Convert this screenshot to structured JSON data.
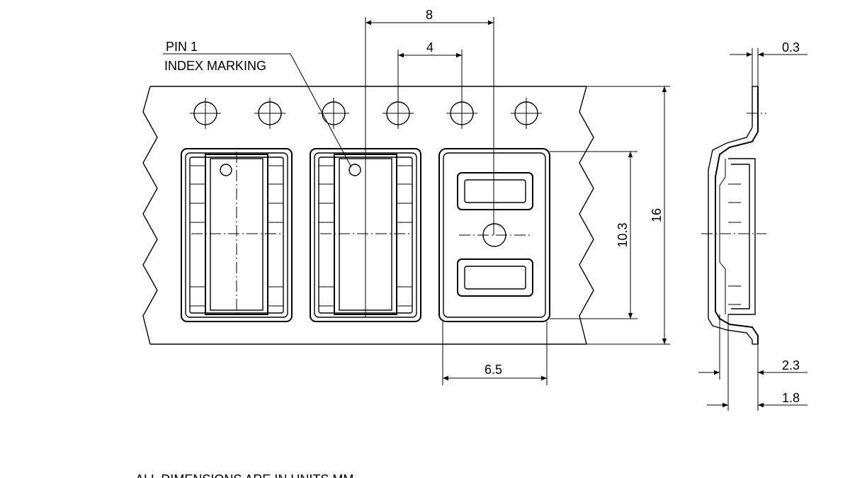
{
  "labels": {
    "pin1_line1": "PIN 1",
    "pin1_line2": "INDEX MARKING",
    "note": "ALL DIMENSIONS ARE IN UNITS MM"
  },
  "dimensions": {
    "pitch": "8",
    "hole_pitch": "4",
    "thickness": "0.3",
    "pocket_width": "6.5",
    "pocket_length": "10.3",
    "tape_width": "16",
    "tape_depth": "2.3",
    "pocket_depth": "1.8"
  },
  "colors": {
    "line": "#000000",
    "background": "#ffffff"
  }
}
